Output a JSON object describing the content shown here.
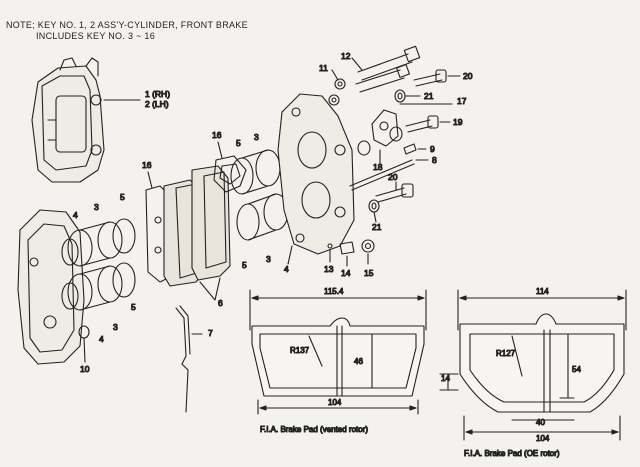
{
  "note": {
    "line1": "NOTE; KEY NO. 1, 2 ASS'Y-CYLINDER, FRONT BRAKE",
    "line2": "INCLUDES KEY NO. 3 ~ 16"
  },
  "callouts": {
    "c1": "1 (RH)",
    "c2": "2 (LH)",
    "c3a": "3",
    "c3b": "3",
    "c3c": "3",
    "c3d": "3",
    "c4a": "4",
    "c4b": "4",
    "c4c": "4",
    "c5a": "5",
    "c5b": "5",
    "c5c": "5",
    "c5d": "5",
    "c6": "6",
    "c7": "7",
    "c8": "8",
    "c9": "9",
    "c10": "10",
    "c11": "11",
    "c12": "12",
    "c13": "13",
    "c14": "14",
    "c15": "15",
    "c16a": "16",
    "c16b": "16",
    "c17": "17",
    "c18": "18",
    "c19": "19",
    "c20a": "20",
    "c20b": "20",
    "c21a": "21",
    "c21b": "21"
  },
  "pad_vented": {
    "width": "115.4",
    "height": "46",
    "radius": "R137",
    "bottom": "104",
    "caption": "F.I.A. Brake Pad (vented rotor)"
  },
  "pad_oe": {
    "width": "114",
    "height": "54",
    "radius": "R127",
    "side": "14",
    "inner": "40",
    "bottom": "104",
    "caption": "F.I.A. Brake Pad (OE rotor)"
  }
}
